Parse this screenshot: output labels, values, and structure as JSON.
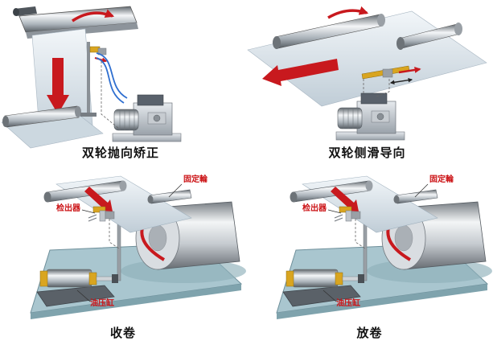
{
  "page": {
    "background": "#ffffff"
  },
  "colors": {
    "arrow_red": "#c8191e",
    "label_red": "#cc1417",
    "platform_teal": "#a9c6cf",
    "tube_blue": "#2f6fd0",
    "caption_black": "#111111"
  },
  "panels": [
    {
      "id": "two-roll-skew-correction",
      "caption": "双轮抛向矫正"
    },
    {
      "id": "two-roll-side-slip-steering",
      "caption": "双轮侧滑导向"
    },
    {
      "id": "rewind",
      "caption": "收卷",
      "labels": {
        "fixed_roller": "固定輪",
        "detector": "检出器",
        "hydraulic_cylinder": "油压缸"
      }
    },
    {
      "id": "unwind",
      "caption": "放卷",
      "labels": {
        "fixed_roller": "固定輪",
        "detector": "检出器",
        "hydraulic_cylinder": "油压缸"
      }
    }
  ]
}
